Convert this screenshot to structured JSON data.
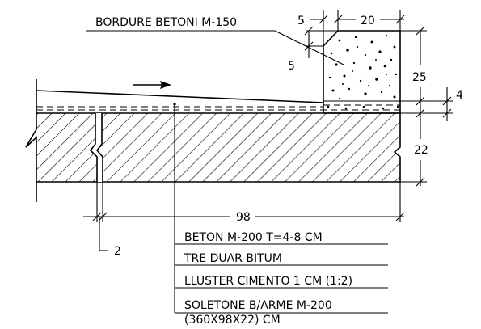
{
  "labels": {
    "bordure": "BORDURE BETONI M-150",
    "layer1": "BETON M-200 T=4-8 CM",
    "layer2": "TRE DUAR BITUM",
    "layer3": "LLUSTER CIMENTO 1 CM (1:2)",
    "layer4_line1": "SOLETONE B/ARME M-200",
    "layer4_line2": "(360X98X22) CM"
  },
  "dimensions": {
    "d5_top": "5",
    "d20": "20",
    "d5_left": "5",
    "d25": "25",
    "d4": "4",
    "d22": "22",
    "d98": "98",
    "d2": "2"
  }
}
